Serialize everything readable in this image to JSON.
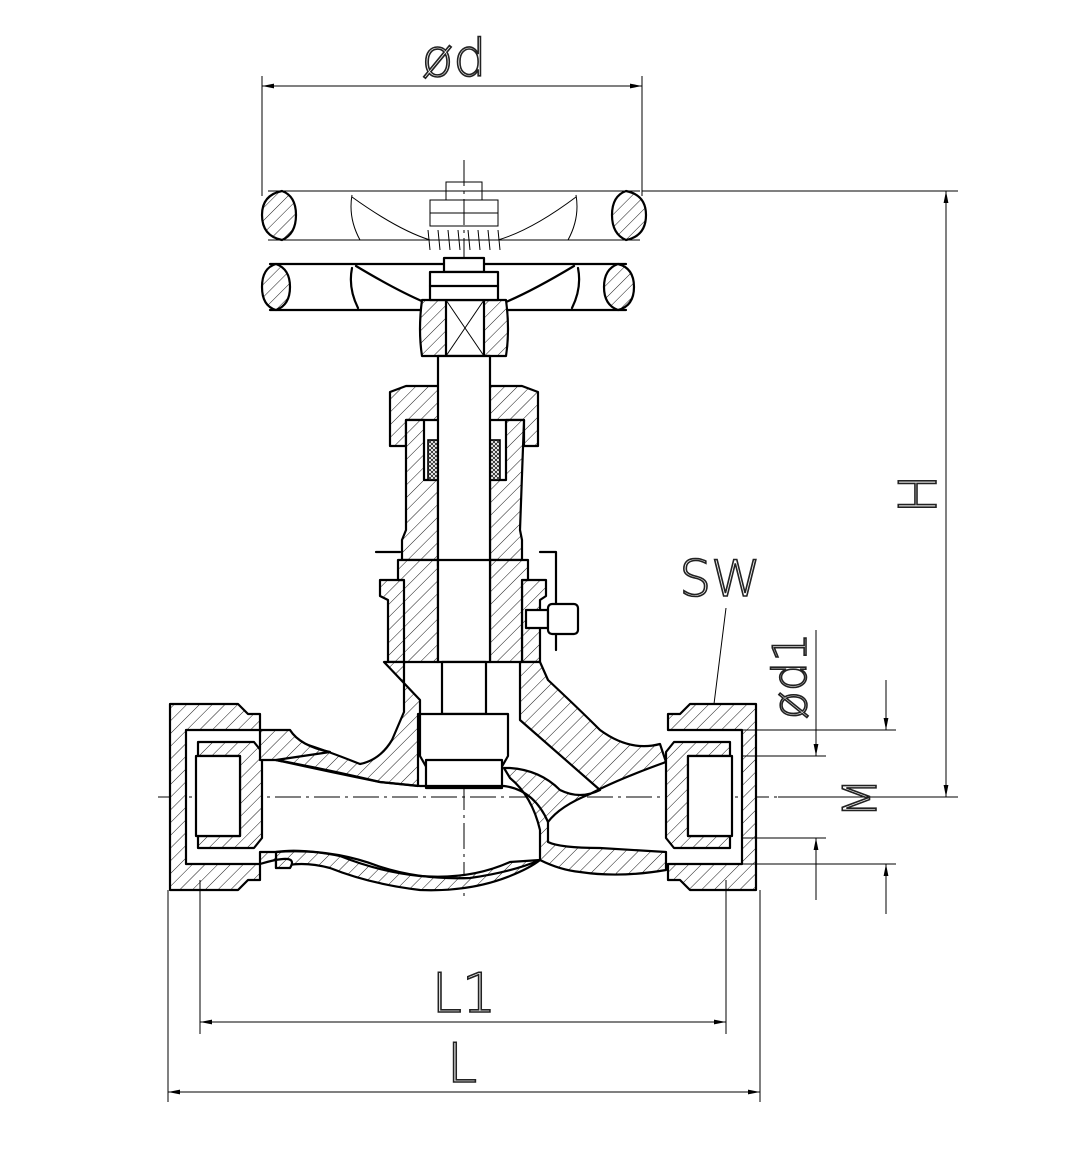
{
  "labels": {
    "handwheel_diameter": "ød",
    "height": "H",
    "wrench_size": "SW",
    "bore_diameter": "ød1",
    "thread": "M",
    "length_inner": "L1",
    "length_total": "L"
  }
}
